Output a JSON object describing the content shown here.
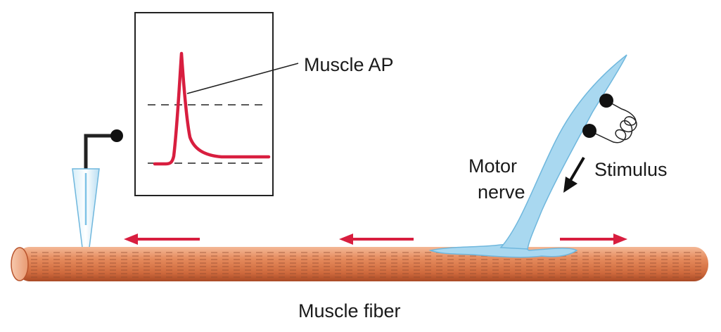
{
  "labels": {
    "muscle_ap": "Muscle AP",
    "motor_line1": "Motor",
    "motor_line2": "nerve",
    "stimulus": "Stimulus",
    "muscle_fiber": "Muscle fiber"
  },
  "colors": {
    "fiber_light": "#f2a880",
    "fiber_mid": "#e07b4f",
    "fiber_dark": "#b8542d",
    "stripe": "#8e4a30",
    "nerve": "#a9d8f0",
    "nerve_edge": "#6fb7dd",
    "arrow": "#d81e3f",
    "trace": "#d81e3f"
  }
}
